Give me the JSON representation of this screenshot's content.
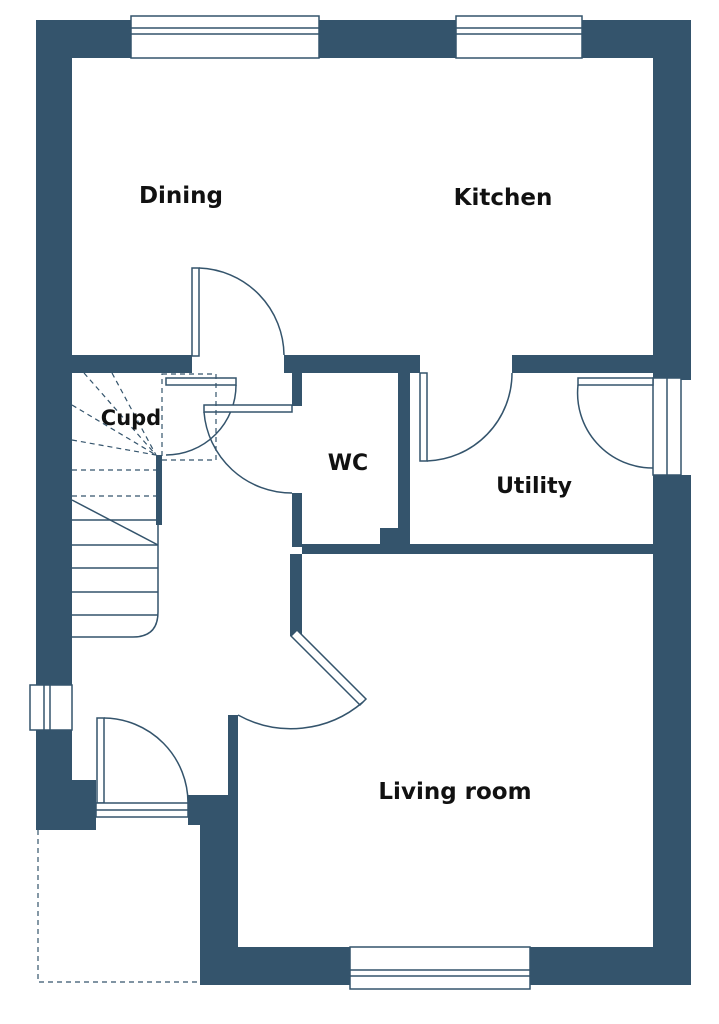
{
  "rooms": {
    "dining": "Dining",
    "kitchen": "Kitchen",
    "cupd": "Cupd",
    "wc": "WC",
    "utility": "Utility",
    "living": "Living room"
  },
  "colors": {
    "wall": "#34546c",
    "line": "#34546c",
    "background": "#ffffff",
    "text": "#111111"
  }
}
